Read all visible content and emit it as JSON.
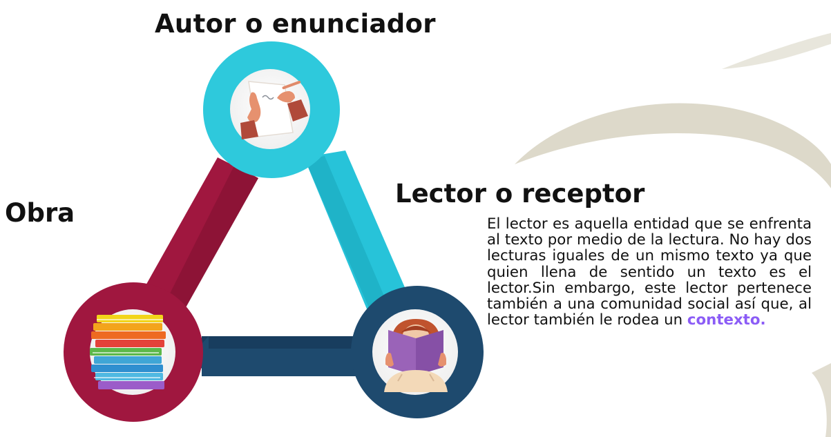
{
  "nodes": {
    "autor": {
      "label": "Autor o enunciador",
      "color": "#2ec9dc",
      "icon": "writing-hands-icon"
    },
    "obra": {
      "label": "Obra",
      "color": "#a0173f",
      "icon": "book-stack-icon"
    },
    "lector": {
      "label": "Lector o receptor",
      "color": "#1e4a6e",
      "icon": "reader-person-icon"
    }
  },
  "description": {
    "text": "El lector es aquella entidad que se enfrenta al texto por medio de la lectura. No hay dos lecturas iguales de un mismo texto ya que quien llena de sentido un texto es el lector.Sin embargo, este lector pertenece también a una comunidad social así que, al lector también le rodea un ",
    "highlight": "contexto.",
    "highlight_color": "#8b5cf6"
  },
  "colors": {
    "swirl": "#d9d5c4",
    "edge_autor_lector": "#27c3d9",
    "edge_obra_autor": "#a0173f",
    "edge_lector_obra": "#1e4a6e"
  }
}
